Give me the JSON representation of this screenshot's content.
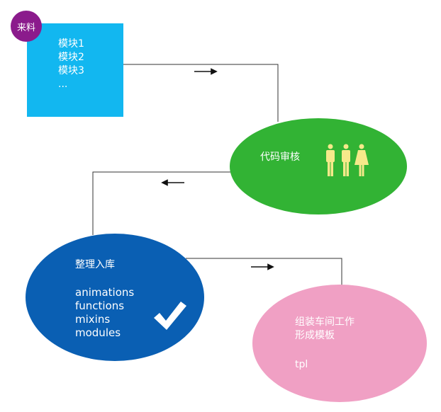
{
  "materials": {
    "badge": "来料",
    "items": [
      "模块1",
      "模块2",
      "模块3",
      "..."
    ]
  },
  "review": {
    "title": "代码审核",
    "icon": "people-icon"
  },
  "storage": {
    "title": "整理入库",
    "items": [
      "animations",
      "functions",
      "mixins",
      "modules"
    ],
    "icon": "checkmark-icon"
  },
  "assembly": {
    "line1": "组装车间工作",
    "line2": "形成模板",
    "line3": "tpl"
  },
  "colors": {
    "materials": "#12b7f0",
    "badge": "#8b1b8c",
    "review": "#32b334",
    "storage": "#0a5fb3",
    "assembly": "#f0a0c4",
    "people": "#f5e98a",
    "line": "#333333"
  }
}
